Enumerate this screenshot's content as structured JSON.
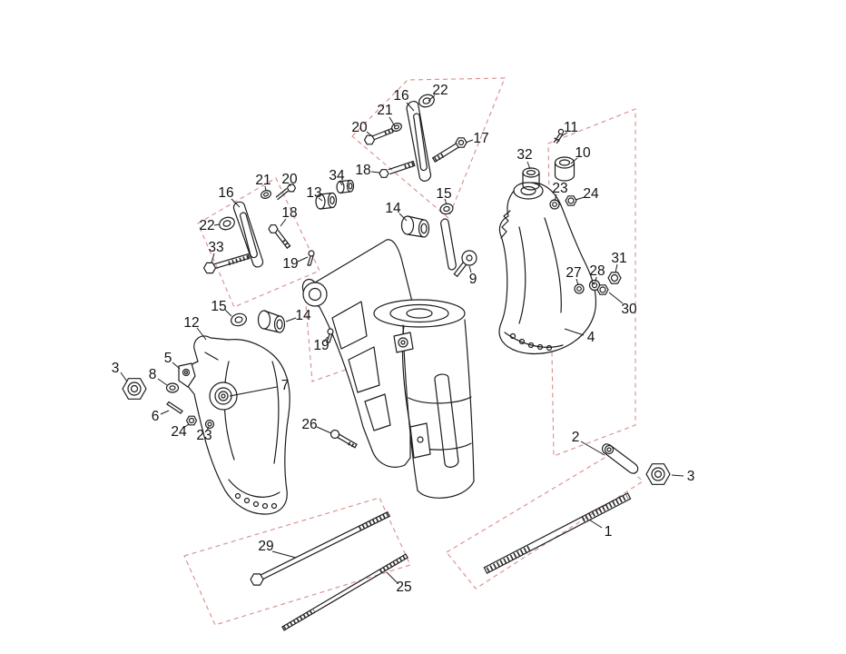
{
  "diagram": {
    "type": "exploded-parts-diagram",
    "colors": {
      "line": "#1c1c1c",
      "construction": "#d98b8b",
      "label": "#111111",
      "bg": "#ffffff"
    }
  },
  "callouts": [
    {
      "label": "20"
    },
    {
      "label": "21"
    },
    {
      "label": "16"
    },
    {
      "label": "22"
    },
    {
      "label": "17"
    },
    {
      "label": "18"
    },
    {
      "label": "11"
    },
    {
      "label": "32"
    },
    {
      "label": "10"
    },
    {
      "label": "34"
    },
    {
      "label": "13"
    },
    {
      "label": "23"
    },
    {
      "label": "24"
    },
    {
      "label": "16"
    },
    {
      "label": "21"
    },
    {
      "label": "20"
    },
    {
      "label": "22"
    },
    {
      "label": "18"
    },
    {
      "label": "15"
    },
    {
      "label": "14"
    },
    {
      "label": "33"
    },
    {
      "label": "19"
    },
    {
      "label": "9"
    },
    {
      "label": "27"
    },
    {
      "label": "28"
    },
    {
      "label": "31"
    },
    {
      "label": "30"
    },
    {
      "label": "15"
    },
    {
      "label": "14"
    },
    {
      "label": "12"
    },
    {
      "label": "19"
    },
    {
      "label": "5"
    },
    {
      "label": "3"
    },
    {
      "label": "8"
    },
    {
      "label": "4"
    },
    {
      "label": "7"
    },
    {
      "label": "6"
    },
    {
      "label": "24"
    },
    {
      "label": "23"
    },
    {
      "label": "26"
    },
    {
      "label": "2"
    },
    {
      "label": "3"
    },
    {
      "label": "1"
    },
    {
      "label": "29"
    },
    {
      "label": "25"
    }
  ]
}
